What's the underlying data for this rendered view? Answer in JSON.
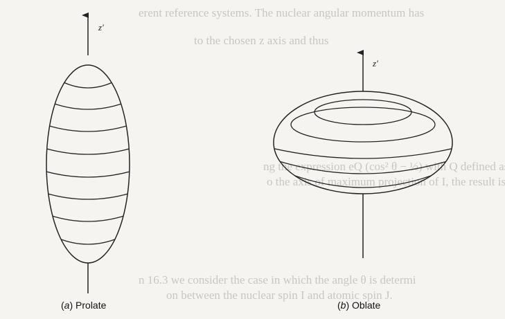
{
  "bleed_text": {
    "line1": "erent reference systems. The nuclear angular momentum has",
    "line2": "to the chosen z axis and thus",
    "line3": "ng the expression eQ (cos² θ − ½) with Q defined as a",
    "line4": "o the axis of maximum projection of I, the result is",
    "line5": "n 16.3 we consider the case in which the angle θ is determi",
    "line6": "on between the nuclear spin I and atomic spin J."
  },
  "figure": {
    "prolate": {
      "axis_label": "z′",
      "caption_letter": "a",
      "caption_text": "Prolate"
    },
    "oblate": {
      "axis_label": "z′",
      "caption_letter": "b",
      "caption_text": "Oblate"
    }
  }
}
